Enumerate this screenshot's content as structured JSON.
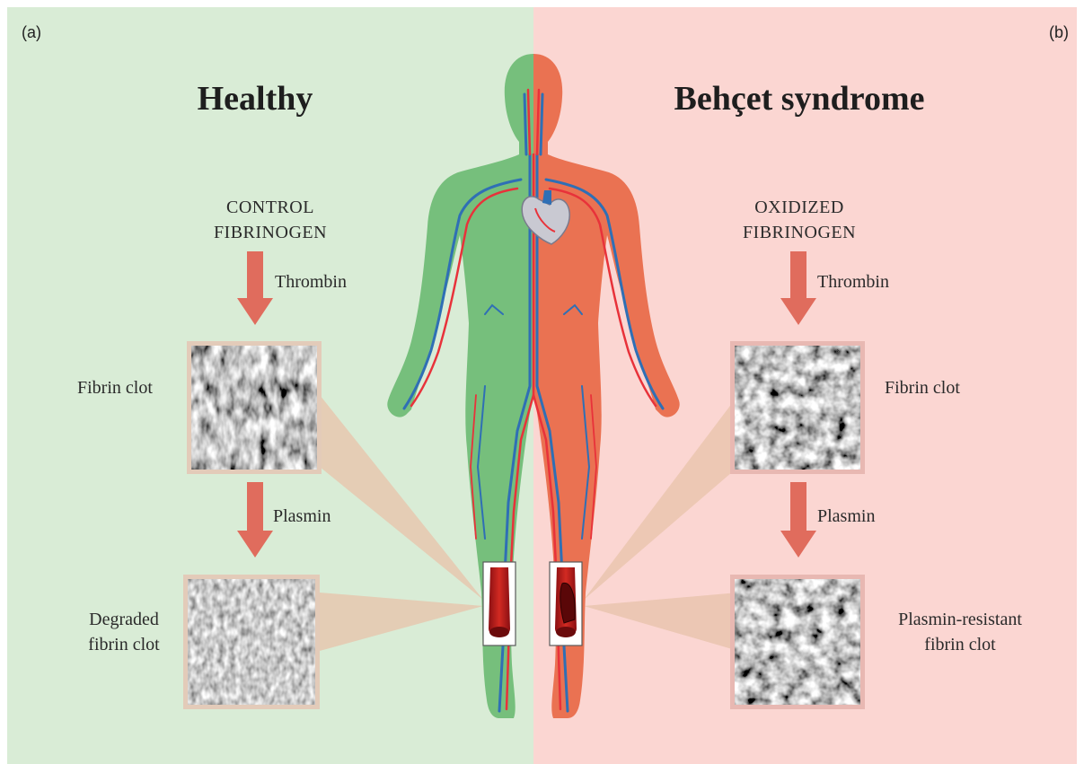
{
  "panels": {
    "left": {
      "letter": "(a)",
      "title": "Healthy",
      "heading_line1": "CONTROL",
      "heading_line2": "FIBRINOGEN",
      "step1_enzyme": "Thrombin",
      "clot1_label": "Fibrin clot",
      "step2_enzyme": "Plasmin",
      "clot2_label_line1": "Degraded",
      "clot2_label_line2": "fibrin clot",
      "background_color": "#d9ecd6"
    },
    "right": {
      "letter": "(b)",
      "title": "Behçet syndrome",
      "heading_line1": "OXIDIZED",
      "heading_line2": "FIBRINOGEN",
      "step1_enzyme": "Thrombin",
      "clot1_label": "Fibrin clot",
      "step2_enzyme": "Plasmin",
      "clot2_label_line1": "Plasmin-resistant",
      "clot2_label_line2": "fibrin clot",
      "background_color": "#fbd6d2"
    }
  },
  "colors": {
    "arrow": "#e06c5d",
    "body_left": "#76bf7c",
    "body_right": "#ea7252",
    "vein": "#2f6fb5",
    "artery": "#e8323a",
    "frame": "#e3cbb9",
    "beam": "#e8c3aa"
  },
  "icons": [
    "human-body-icon",
    "heart-icon",
    "vessel-healthy-icon",
    "vessel-thrombus-icon",
    "micrograph-texture"
  ]
}
